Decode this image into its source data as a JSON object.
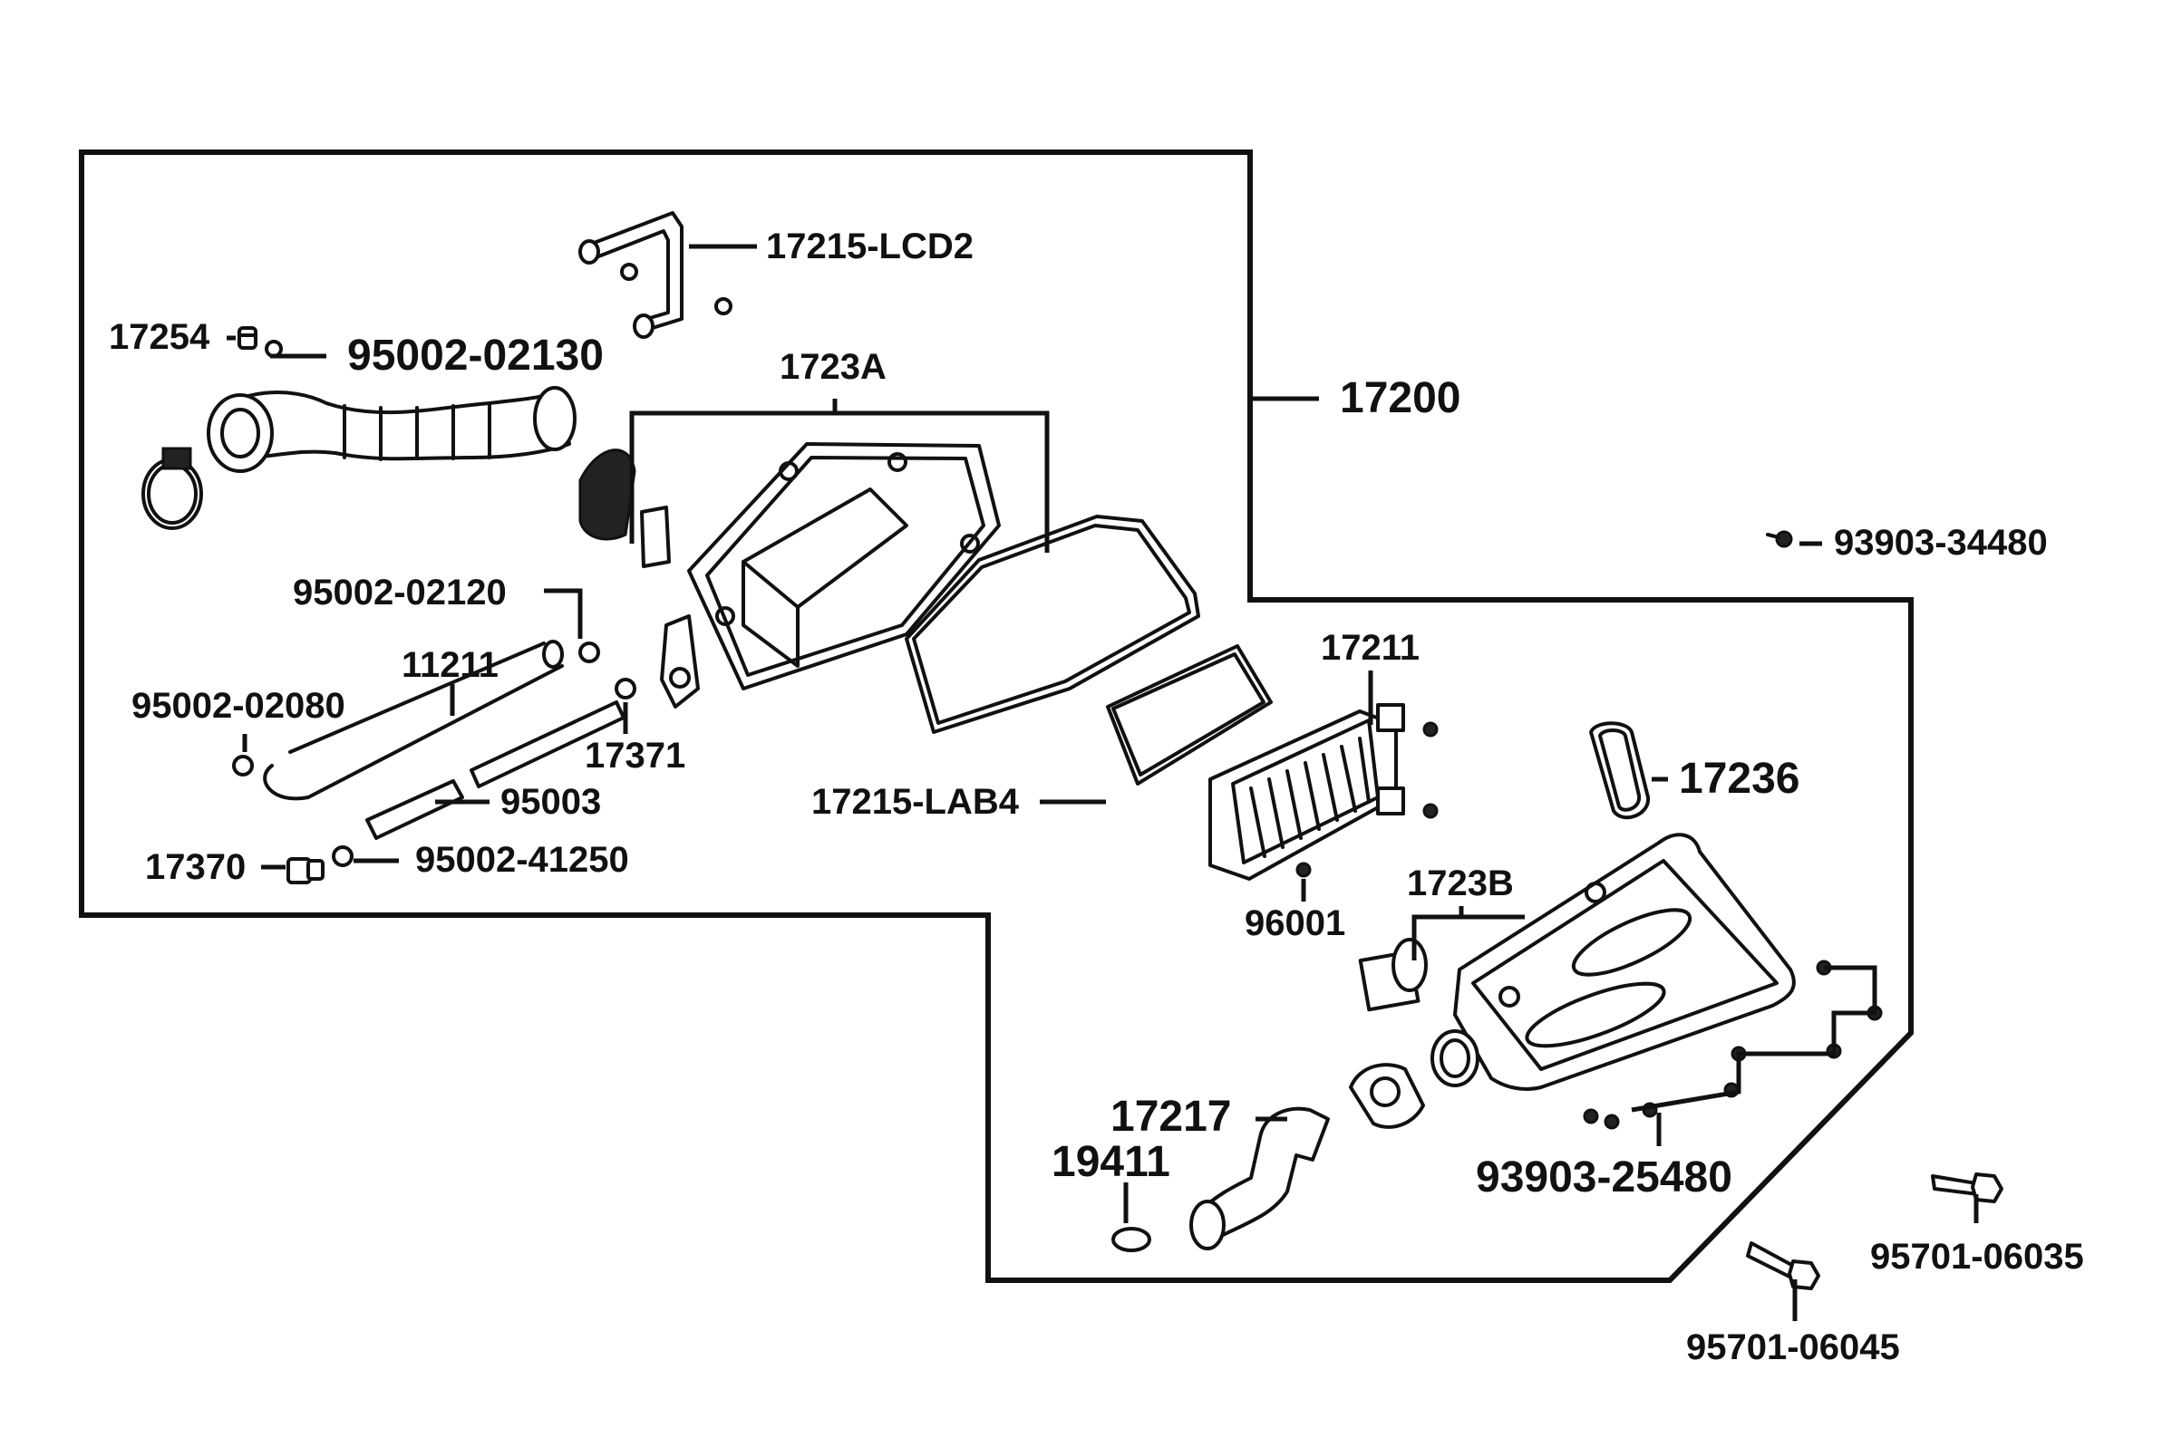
{
  "labels": {
    "p17215_lcd2": "17215-LCD2",
    "p17254": "17254",
    "p95002_02130": "95002-02130",
    "p1723a": "1723A",
    "p17200": "17200",
    "p93903_34480": "93903-34480",
    "p95002_02120": "95002-02120",
    "p11211": "11211",
    "p95002_02080": "95002-02080",
    "p17371": "17371",
    "p17211": "17211",
    "p17236": "17236",
    "p95003": "95003",
    "p17215_lab4": "17215-LAB4",
    "p17370": "17370",
    "p95002_41250": "95002-41250",
    "p1723b": "1723B",
    "p96001": "96001",
    "p17217": "17217",
    "p19411": "19411",
    "p93903_25480": "93903-25480",
    "p95701_06035": "95701-06035",
    "p95701_06045": "95701-06045"
  }
}
